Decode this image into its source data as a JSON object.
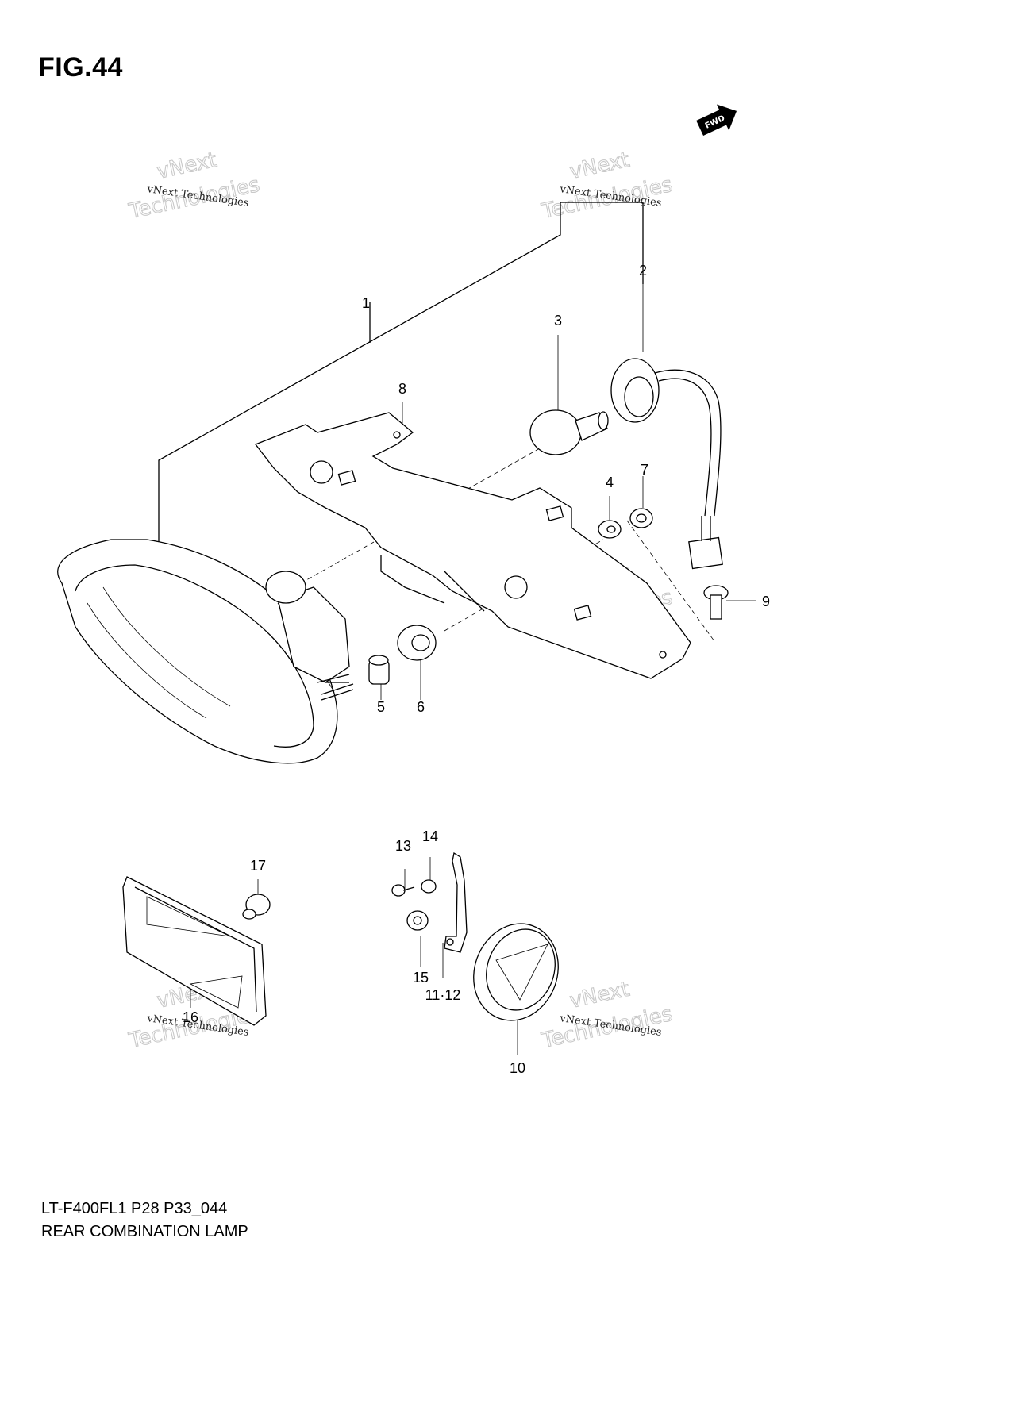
{
  "figure_title": "FIG.44",
  "fwd_marker": "FWD",
  "footer": {
    "model_code": "LT-F400FL1 P28 P33_044",
    "caption": "REAR COMBINATION LAMP"
  },
  "watermark": {
    "line_small": "vNext Technologies",
    "line_big_1": "vNext",
    "line_big_2": "Technologies"
  },
  "callouts": [
    {
      "id": "1",
      "label": "1"
    },
    {
      "id": "2",
      "label": "2"
    },
    {
      "id": "3",
      "label": "3"
    },
    {
      "id": "4",
      "label": "4"
    },
    {
      "id": "5",
      "label": "5"
    },
    {
      "id": "6",
      "label": "6"
    },
    {
      "id": "7",
      "label": "7"
    },
    {
      "id": "8",
      "label": "8"
    },
    {
      "id": "9",
      "label": "9"
    },
    {
      "id": "10",
      "label": "10"
    },
    {
      "id": "11-12",
      "label": "11·12"
    },
    {
      "id": "13",
      "label": "13"
    },
    {
      "id": "14",
      "label": "14"
    },
    {
      "id": "15",
      "label": "15"
    },
    {
      "id": "16",
      "label": "16"
    },
    {
      "id": "17",
      "label": "17"
    }
  ]
}
